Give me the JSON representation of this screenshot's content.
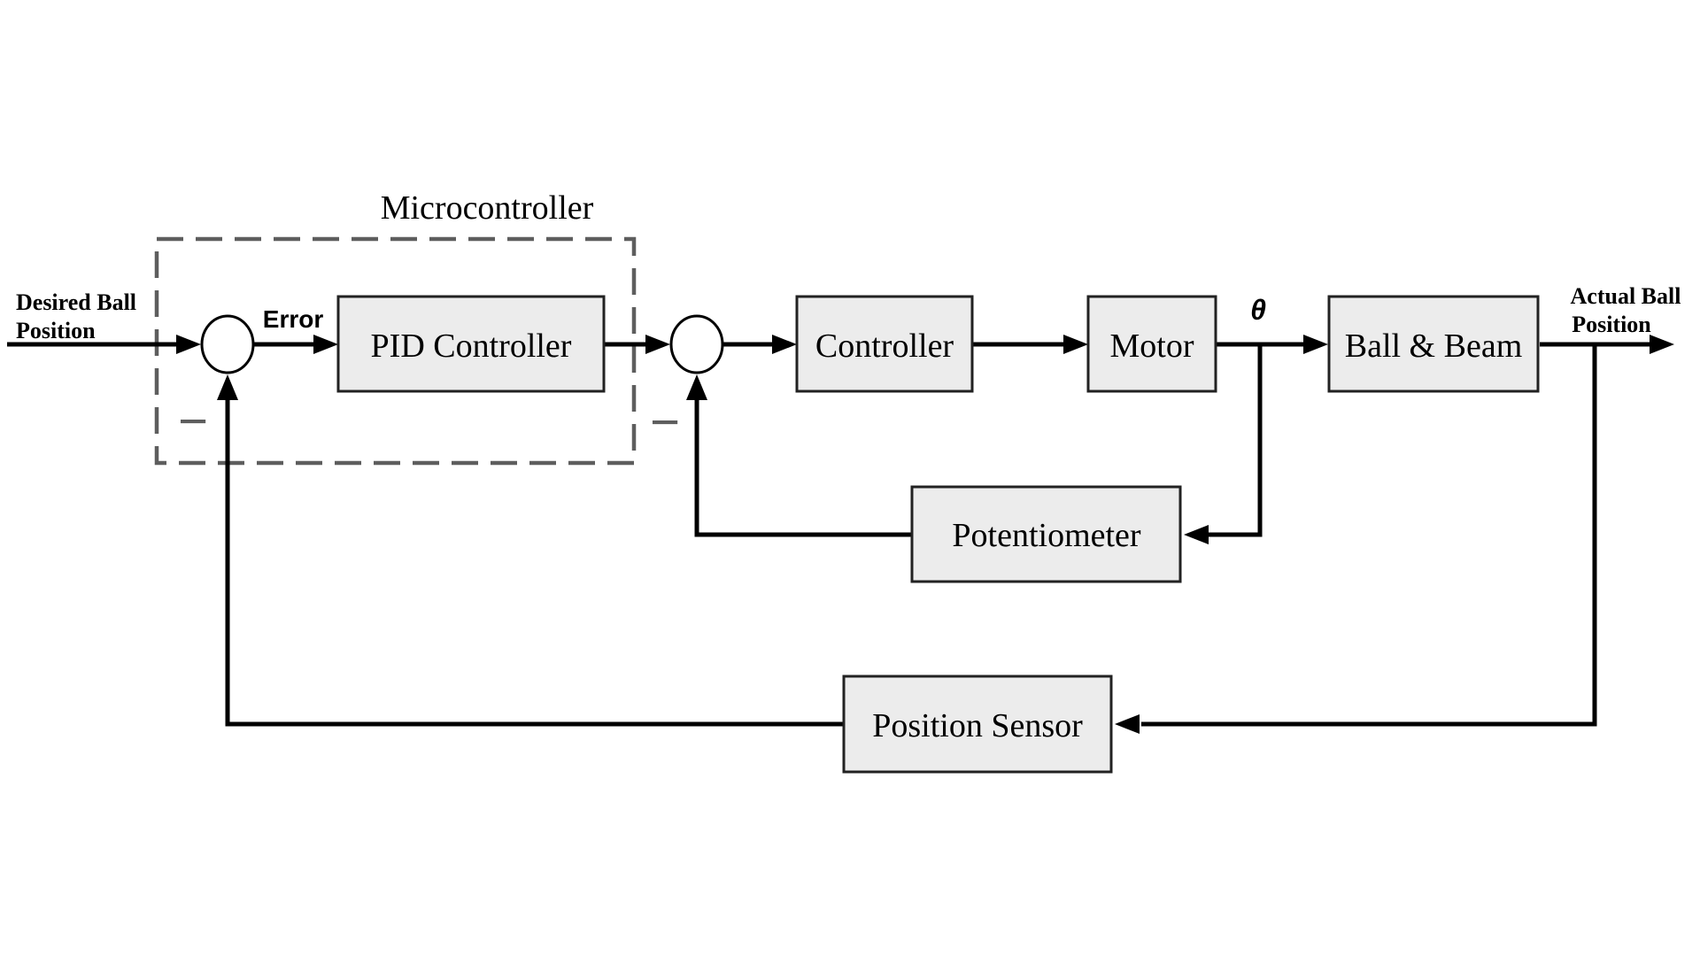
{
  "theme": {
    "background": "#ffffff",
    "box-fill": "#ececec",
    "box-border": "#222222",
    "line-color": "#000000",
    "dashed-color": "#5e5e5e",
    "text-color": "#000000"
  },
  "diagram": {
    "boundary_label": "Microcontroller",
    "input_label_line1": "Desired Ball",
    "input_label_line2": "Position",
    "error_label": "Error",
    "theta_label": "θ",
    "output_label_line1": "Actual Ball",
    "output_label_line2": "Position",
    "junction1_sign": "−",
    "junction2_sign": "−",
    "blocks": {
      "pid": "PID Controller",
      "controller": "Controller",
      "motor": "Motor",
      "ball_beam": "Ball & Beam",
      "potentiometer": "Potentiometer",
      "position_sensor": "Position Sensor"
    }
  }
}
